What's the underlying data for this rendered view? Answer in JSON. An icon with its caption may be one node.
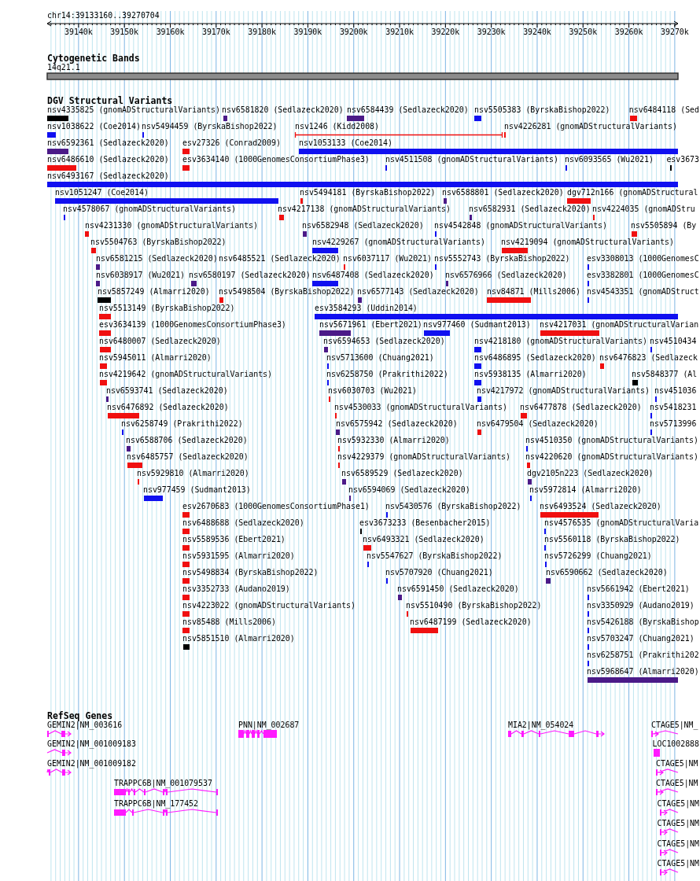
{
  "diagram": {
    "labels": [
      "chr14:39133160..39270704",
      "39140k",
      "39150k",
      "39160k",
      "39170k",
      "39180k",
      "39190k",
      "39200k",
      "39210k",
      "39220k",
      "39230k",
      "39240k",
      "39250k",
      "39260k",
      "39270k",
      "Cytogenetic Bands",
      "14q21.1",
      "DGV Structural Variants",
      "nsv4335825 (gnomADStructuralVariants)",
      "nsv6581820 (Sedlazeck2020)",
      "nsv6584439 (Sedlazeck2020)",
      "nsv5505383 (ByrskaBishop2022)",
      "nsv6484118 (Sed",
      "nsv1038622 (Coe2014)",
      "nsv5494459 (ByrskaBishop2022)",
      "nsv1246 (Kidd2008)",
      "nsv4226281 (gnomADStructuralVariants)",
      "nsv6592361 (Sedlazeck2020)",
      "esv27326 (Conrad2009)",
      "nsv1053133 (Coe2014)",
      "nsv6486610 (Sedlazeck2020)",
      "esv3634140 (1000GenomesConsortiumPhase3)",
      "nsv4511508 (gnomADStructuralVariants)",
      "nsv6093565 (Wu2021)",
      "esv3673",
      "nsv6493167 (Sedlazeck2020)",
      "nsv1051247 (Coe2014)",
      "nsv5494181 (ByrskaBishop2022)",
      "nsv6588801 (Sedlazeck2020)",
      "dgv712n166 (gnomADStructural",
      "nsv4578067 (gnomADStructuralVariants)",
      "nsv4217138 (gnomADStructuralVariants)",
      "nsv6582931 (Sedlazeck2020)",
      "nsv4224035 (gnomADStru",
      "nsv4231330 (gnomADStructuralVariants)",
      "nsv6582948 (Sedlazeck2020)",
      "nsv4542848 (gnomADStructuralVariants)",
      "nsv5505894 (By",
      "nsv5504763 (ByrskaBishop2022)",
      "nsv4229267 (gnomADStructuralVariants)",
      "nsv4219094 (gnomADStructuralVariants)",
      "nsv6581215 (Sedlazeck2020)",
      "nsv6485521 (Sedlazeck2020)",
      "nsv6037117 (Wu2021)",
      "nsv5552743 (ByrskaBishop2022)",
      "esv3308013 (1000GenomesC",
      "nsv6038917 (Wu2021)",
      "nsv6580197 (Sedlazeck2020)",
      "nsv6487408 (Sedlazeck2020)",
      "nsv6576966 (Sedlazeck2020)",
      "esv3382801 (1000GenomesC",
      "nsv5857249 (Almarri2020)",
      "nsv5498504 (ByrskaBishop2022)",
      "nsv6577143 (Sedlazeck2020)",
      "nsv84871 (Mills2006)",
      "nsv4543351 (gnomADStruct",
      "nsv5513149 (ByrskaBishop2022)",
      "esv3584293 (Uddin2014)",
      "esv3634139 (1000GenomesConsortiumPhase3)",
      "nsv5671961 (Ebert2021)",
      "nsv977460 (Sudmant2013)",
      "nsv4217031 (gnomADStructuralVarian",
      "nsv6480007 (Sedlazeck2020)",
      "nsv6594653 (Sedlazeck2020)",
      "nsv4218180 (gnomADStructuralVariants)",
      "nsv4510434",
      "nsv5945011 (Almarri2020)",
      "nsv5713600 (Chuang2021)",
      "nsv6486895 (Sedlazeck2020)",
      "nsv6476823 (Sedlazeck",
      "nsv4219642 (gnomADStructuralVariants)",
      "nsv6258750 (Prakrithi2022)",
      "nsv5938135 (Almarri2020)",
      "nsv5848377 (Al",
      "nsv6593741 (Sedlazeck2020)",
      "nsv6030703 (Wu2021)",
      "nsv4217972 (gnomADStructuralVariants)",
      "nsv451036",
      "nsv6476892 (Sedlazeck2020)",
      "nsv4530033 (gnomADStructuralVariants)",
      "nsv6477878 (Sedlazeck2020)",
      "nsv5418231",
      "nsv6258749 (Prakrithi2022)",
      "nsv6575942 (Sedlazeck2020)",
      "nsv6479504 (Sedlazeck2020)",
      "nsv5713996",
      "nsv6588706 (Sedlazeck2020)",
      "nsv5932330 (Almarri2020)",
      "nsv4510350 (gnomADStructuralVariants)",
      "nsv6485757 (Sedlazeck2020)",
      "nsv4229379 (gnomADStructuralVariants)",
      "nsv4220620 (gnomADStructuralVariants)",
      "nsv5929810 (Almarri2020)",
      "nsv6589529 (Sedlazeck2020)",
      "dgv2105n223 (Sedlazeck2020)",
      "nsv977459 (Sudmant2013)",
      "nsv6594069 (Sedlazeck2020)",
      "nsv5972814 (Almarri2020)",
      "esv2670683 (1000GenomesConsortiumPhase1)",
      "nsv5430576 (ByrskaBishop2022)",
      "nsv6493524 (Sedlazeck2020)",
      "nsv6488688 (Sedlazeck2020)",
      "esv3673233 (Besenbacher2015)",
      "nsv4576535 (gnomADStructuralVaria",
      "nsv5589536 (Ebert2021)",
      "nsv6493321 (Sedlazeck2020)",
      "nsv5560118 (ByrskaBishop2022)",
      "nsv5931595 (Almarri2020)",
      "nsv5547627 (ByrskaBishop2022)",
      "nsv5726299 (Chuang2021)",
      "nsv5498834 (ByrskaBishop2022)",
      "nsv5707920 (Chuang2021)",
      "nsv6590662 (Sedlazeck2020)",
      "nsv3352733 (Audano2019)",
      "nsv6591450 (Sedlazeck2020)",
      "nsv5661942 (Ebert2021)",
      "nsv4223022 (gnomADStructuralVariants)",
      "nsv5510490 (ByrskaBishop2022)",
      "nsv3350929 (Audano2019)",
      "nsv85488 (Mills2006)",
      "nsv6487199 (Sedlazeck2020)",
      "nsv5426188 (ByrskaBishop",
      "nsv5851510 (Almarri2020)",
      "nsv5703247 (Chuang2021)",
      "nsv6258751 (Prakrithi202",
      "nsv5968647 (Almarri2020)",
      "RefSeq Genes",
      "GEMIN2|NM_003616",
      "PNN|NM_002687",
      "MIA2|NM_054024",
      "CTAGE5|NM_",
      "GEMIN2|NM_001009183",
      "LOC1002888",
      "GEMIN2|NM_001009182",
      "CTAGE5|NM",
      "TRAPPC6B|NM_001079537",
      "CTAGE5|NM",
      "TRAPPC6B|NM_177452",
      "CTAGE5|NM",
      "CTAGE5|NM",
      "CTAGE5|NM",
      "CTAGE5|NM"
    ]
  }
}
